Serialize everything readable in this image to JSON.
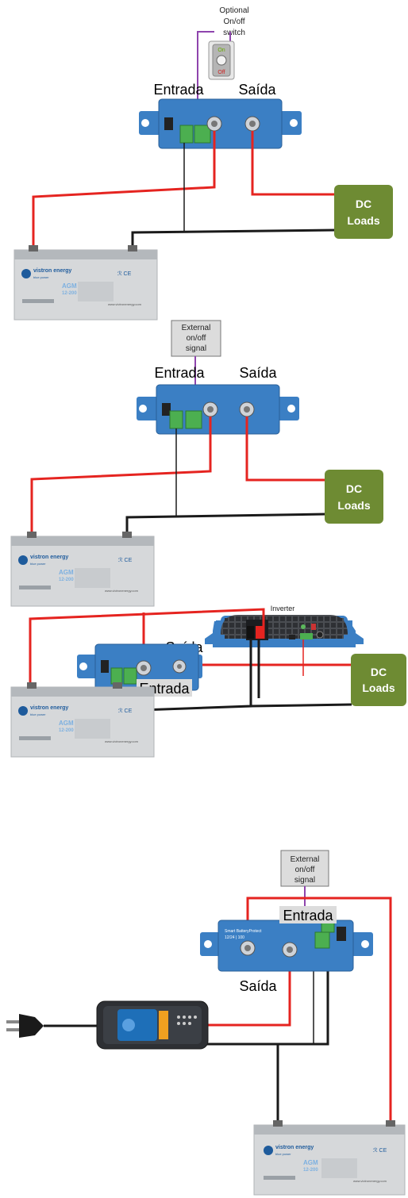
{
  "colors": {
    "wire_pos": "#e52420",
    "wire_neg": "#1a1a1a",
    "wire_signal": "#8e44ad",
    "device_blue": "#3b7fc4",
    "device_dark": "#2a5f97",
    "terminal_green": "#4caf50",
    "load_green": "#6e8b33",
    "battery_gray": "#d6d8da",
    "battery_top": "#b4b8bc"
  },
  "battery": {
    "brand": "vistron energy",
    "tagline": "blue power",
    "model": "AGM",
    "model_sub": "12-200",
    "website": "www.victronenergy.com",
    "cert": "ℛ CE"
  },
  "device": {
    "title": "Smart BatteryProtect",
    "spec": "12/24 | 100"
  },
  "diagram1": {
    "switch_caption_line1": "Optional",
    "switch_caption_line2": "On/off",
    "switch_caption_line3": "switch",
    "switch_on": "On",
    "switch_off": "Off",
    "input_label": "Entrada",
    "output_label": "Saída",
    "load_line1": "DC",
    "load_line2": "Loads"
  },
  "diagram2": {
    "signal_line1": "External",
    "signal_line2": "on/off",
    "signal_line3": "signal",
    "input_label": "Entrada",
    "output_label": "Saída",
    "load_line1": "DC",
    "load_line2": "Loads"
  },
  "diagram3": {
    "inverter_label": "Inverter",
    "input_label": "Entrada",
    "output_label": "Saída",
    "load_line1": "DC",
    "load_line2": "Loads"
  },
  "diagram4": {
    "signal_line1": "External",
    "signal_line2": "on/off",
    "signal_line3": "signal",
    "input_label": "Entrada",
    "output_label": "Saída"
  }
}
